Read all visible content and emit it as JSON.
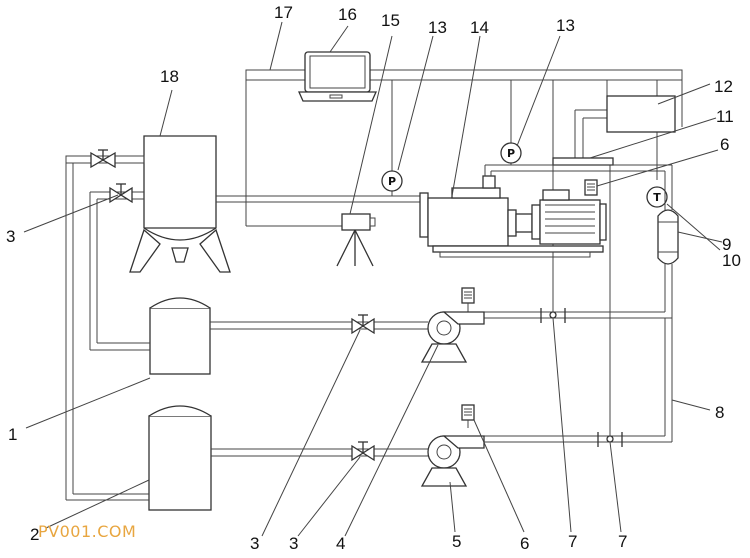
{
  "labels": {
    "l1": "1",
    "l2": "2",
    "l3a": "3",
    "l3b": "3",
    "l3c": "3",
    "l4": "4",
    "l5": "5",
    "l6a": "6",
    "l6b": "6",
    "l7a": "7",
    "l7b": "7",
    "l8": "8",
    "l9": "9",
    "l10": "10",
    "l11": "11",
    "l12": "12",
    "l13a": "13",
    "l13b": "13",
    "l14": "14",
    "l15": "15",
    "l16": "16",
    "l17": "17",
    "l18": "18"
  },
  "gauges": {
    "pressure": "P",
    "temperature": "T"
  },
  "watermark": "PV001.COM",
  "colors": {
    "line": "#333333",
    "watermark": "#e8a640"
  }
}
